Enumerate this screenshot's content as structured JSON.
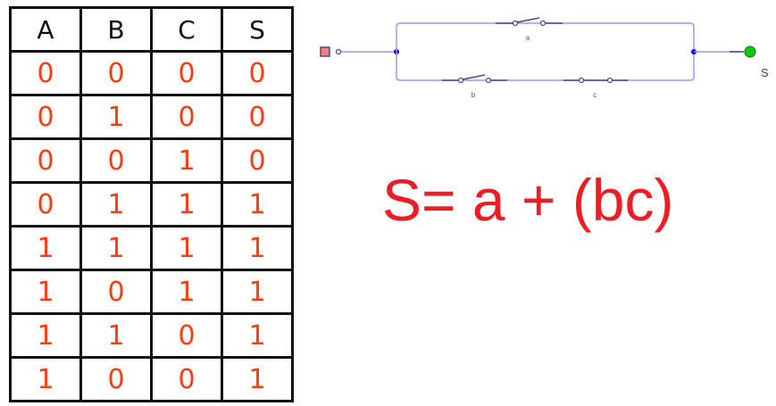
{
  "truth_table": {
    "headers": [
      "A",
      "B",
      "C",
      "S"
    ],
    "rows": [
      [
        "0",
        "0",
        "0",
        "0"
      ],
      [
        "0",
        "1",
        "0",
        "0"
      ],
      [
        "0",
        "0",
        "1",
        "0"
      ],
      [
        "0",
        "1",
        "1",
        "1"
      ],
      [
        "1",
        "1",
        "1",
        "1"
      ],
      [
        "1",
        "0",
        "1",
        "1"
      ],
      [
        "1",
        "1",
        "0",
        "1"
      ],
      [
        "1",
        "0",
        "0",
        "1"
      ]
    ],
    "colors": {
      "header_text": "#111111",
      "value_text": "#ff3b10",
      "border": "#111111"
    }
  },
  "circuit": {
    "switch_labels": {
      "a": "a",
      "b": "b",
      "c": "c"
    },
    "output_label": "S",
    "colors": {
      "wire": "#9999ee",
      "switch": "#444499",
      "node": "#0000ff",
      "source": "#f08080",
      "output": "#00cc00"
    }
  },
  "formula": {
    "text": "S= a + (bc)",
    "color": "#ee1c24"
  }
}
